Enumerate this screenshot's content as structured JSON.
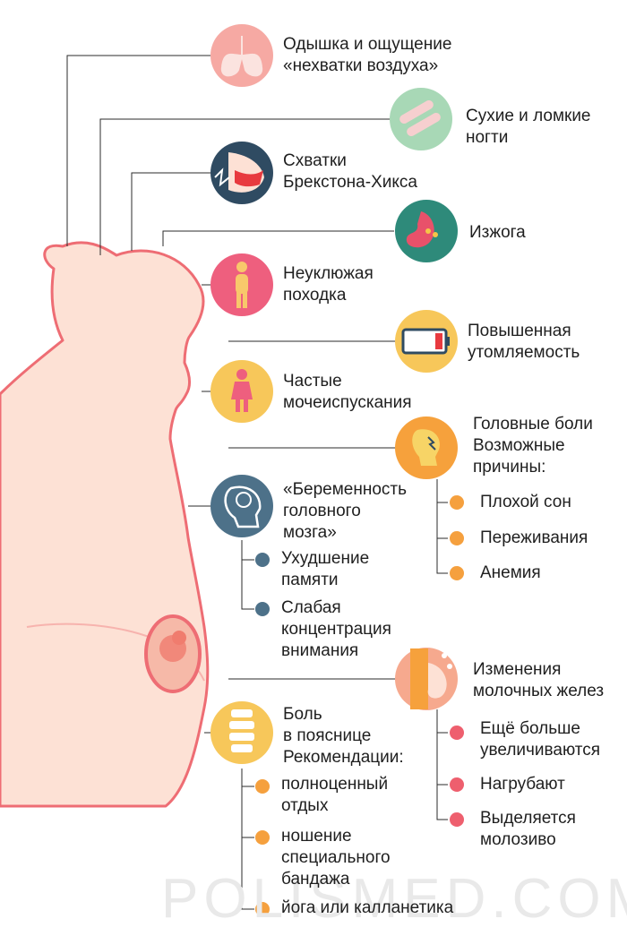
{
  "symptoms": [
    {
      "icon": "lungs-icon",
      "lines": [
        "Одышка и ощущение",
        "«нехватки воздуха»"
      ]
    },
    {
      "icon": "nails-icon",
      "lines": [
        "Сухие и ломкие",
        "ногти"
      ]
    },
    {
      "icon": "contraction-icon",
      "lines": [
        "Схватки",
        "Брекстона-Хикса"
      ]
    },
    {
      "icon": "stomach-icon",
      "lines": [
        "Изжога"
      ]
    },
    {
      "icon": "walking-person-icon",
      "lines": [
        "Неуклюжая",
        "походка"
      ]
    },
    {
      "icon": "low-battery-icon",
      "lines": [
        "Повышенная",
        "утомляемость"
      ]
    },
    {
      "icon": "toilet-person-icon",
      "lines": [
        "Частые",
        "мочеиспускания"
      ]
    },
    {
      "icon": "headache-icon",
      "lines": [
        "Головные боли",
        "Возможные",
        "причины:"
      ],
      "items": [
        "Плохой сон",
        "Переживания",
        "Анемия"
      ]
    },
    {
      "icon": "brain-icon",
      "lines": [
        "«Беременность",
        "головного",
        "мозга»"
      ],
      "items": [
        [
          "Ухудшение",
          "памяти"
        ],
        [
          "Слабая",
          "концентрация",
          "внимания"
        ]
      ]
    },
    {
      "icon": "breast-icon",
      "lines": [
        "Изменения",
        "молочных желез"
      ],
      "items": [
        [
          "Ещё больше",
          "увеличиваются"
        ],
        [
          "Нагрубают"
        ],
        [
          "Выделяется",
          "молозиво"
        ]
      ]
    },
    {
      "icon": "spine-icon",
      "lines": [
        "Боль",
        "в пояснице",
        "Рекомендации:"
      ],
      "items": [
        [
          "полноценный",
          "отдых"
        ],
        [
          "ношение",
          "специального",
          "бандажа"
        ],
        [
          "йога или калланетика"
        ]
      ]
    }
  ],
  "watermark": "POLISMED.COM",
  "colors": {
    "silhouette": "#fde1d5",
    "outline": "#ee6d74",
    "line": "#2b2b2b",
    "orange": "#f5a03e",
    "slate": "#4d7189",
    "pink": "#ee5f6e"
  }
}
